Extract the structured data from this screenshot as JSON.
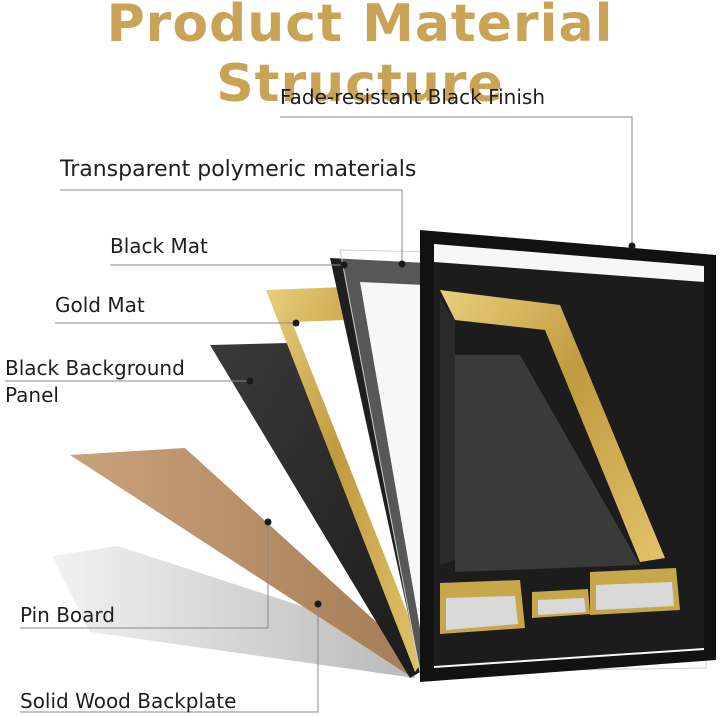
{
  "title": "Product Material Structure",
  "colors": {
    "title_gold": "#c9a457",
    "frame_black": "#111111",
    "mat_black": "#1c1c1c",
    "gold_mat": "#c8a84d",
    "backing_panel": "#2f2f2f",
    "pin_board": "#b58d66",
    "backplate_grey": "#d0d0d0",
    "leader_line": "#8a8a8a"
  },
  "layers": {
    "finish": "Fade-resistant Black Finish",
    "glazing": "Transparent polymeric materials",
    "black_mat": "Black Mat",
    "gold_mat": "Gold Mat",
    "background_panel_line1": "Black Background",
    "background_panel_line2": "Panel",
    "pin_board": "Pin Board",
    "backplate": "Solid Wood Backplate"
  }
}
